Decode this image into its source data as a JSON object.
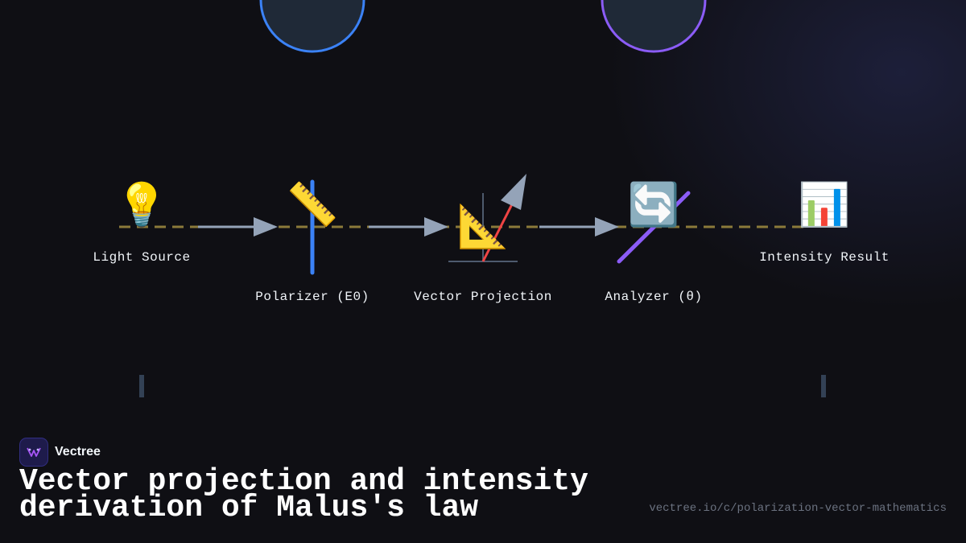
{
  "diagram": {
    "nodes": [
      {
        "id": "light-source",
        "icon": "lightbulb-icon",
        "glyph": "💡",
        "label": "Light Source"
      },
      {
        "id": "polarizer",
        "icon": "ruler-icon",
        "glyph": "📏",
        "label": "Polarizer (E0)"
      },
      {
        "id": "projection",
        "icon": "triangle-ruler-icon",
        "glyph": "📐",
        "label": "Vector Projection"
      },
      {
        "id": "analyzer",
        "icon": "rotate-arrows-icon",
        "glyph": "🔄",
        "label": "Analyzer (θ)"
      },
      {
        "id": "intensity",
        "icon": "bar-chart-icon",
        "glyph": "📊",
        "label": "Intensity Result"
      }
    ],
    "colors": {
      "beam": "#8b7a3a",
      "arrow": "#94a3b8",
      "polarizer": "#3b82f6",
      "analyzer": "#8b5cf6",
      "field_vector": "#ef4444",
      "projection_vector": "#94a3b8"
    }
  },
  "brand": {
    "name": "Vectree",
    "icon": "vectree-logo-icon"
  },
  "footer": {
    "title": "Vector projection and intensity derivation of Malus's law",
    "url": "vectree.io/c/polarization-vector-mathematics"
  }
}
